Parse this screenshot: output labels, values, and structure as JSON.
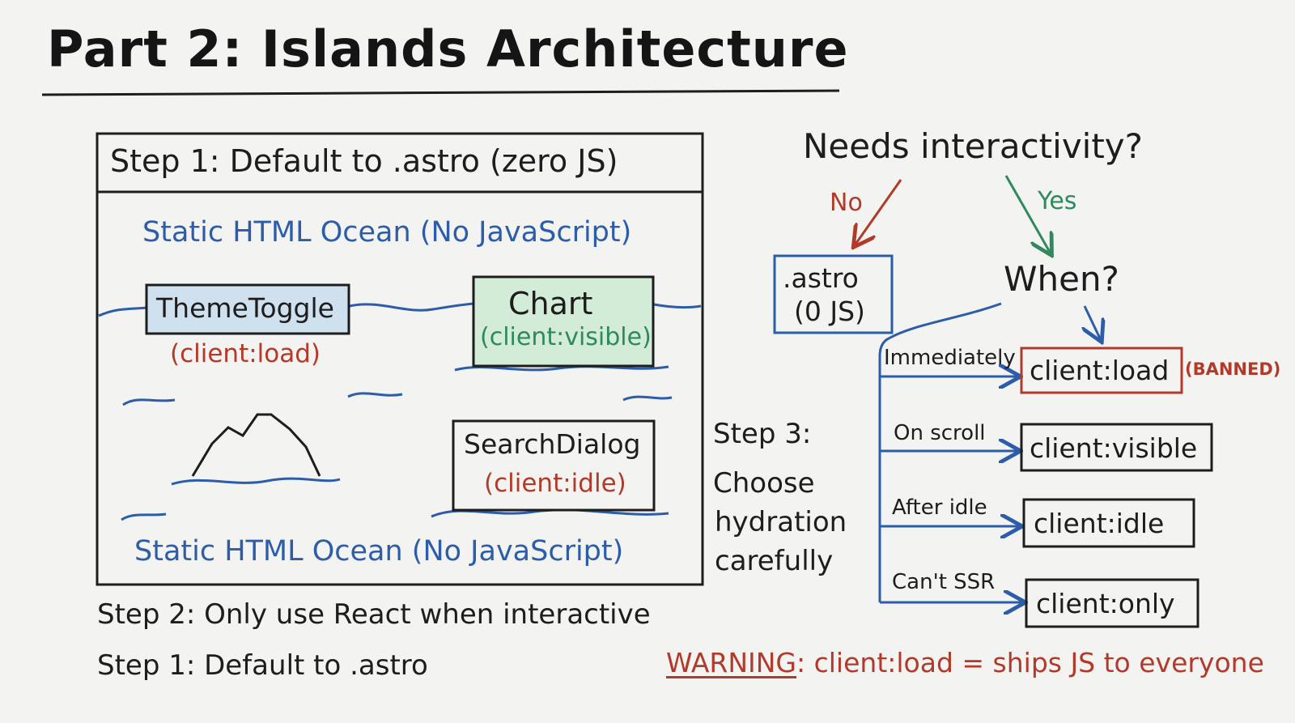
{
  "title": "Part 2: Islands Architecture",
  "step1_box": {
    "header": "Step 1: Default to .astro (zero JS)",
    "ocean_top": "Static HTML Ocean (No JavaScript)",
    "ocean_bottom": "Static HTML Ocean (No JavaScript)",
    "islands": [
      {
        "name": "ThemeToggle",
        "directive": "(client:load)",
        "fill": "#cfe0ef",
        "directive_color": "#b23a2a"
      },
      {
        "name": "Chart",
        "directive": "(client:visible)",
        "fill": "#d3ecd7",
        "directive_color": "#2e8a5c"
      },
      {
        "name": "SearchDialog",
        "directive": "(client:idle)",
        "fill": "#f3f3f1",
        "directive_color": "#b23a2a"
      }
    ]
  },
  "decision": {
    "question": "Needs interactivity?",
    "no_label": "No",
    "yes_label": "Yes",
    "astro_box_line1": ".astro",
    "astro_box_line2": "(0 JS)",
    "when_label": "When?",
    "branches": [
      {
        "label": "Immediately",
        "directive": "client:load",
        "note": "(BANNED)"
      },
      {
        "label": "On scroll",
        "directive": "client:visible"
      },
      {
        "label": "After idle",
        "directive": "client:idle"
      },
      {
        "label": "Can't SSR",
        "directive": "client:only"
      }
    ]
  },
  "step3": {
    "line1": "Step 3:",
    "line2": "Choose",
    "line3": "hydration",
    "line4": "carefully"
  },
  "footer": {
    "step2": "Step 2: Only use React when interactive",
    "step1": "Step 1: Default to .astro",
    "warning_word": "WARNING",
    "warning_text": ": client:load = ships JS to everyone"
  },
  "colors": {
    "ink": "#1d1d1d",
    "blue": "#2d5da8",
    "red": "#b23a2a",
    "green": "#2e8a5c",
    "board": "#f3f3f1"
  }
}
